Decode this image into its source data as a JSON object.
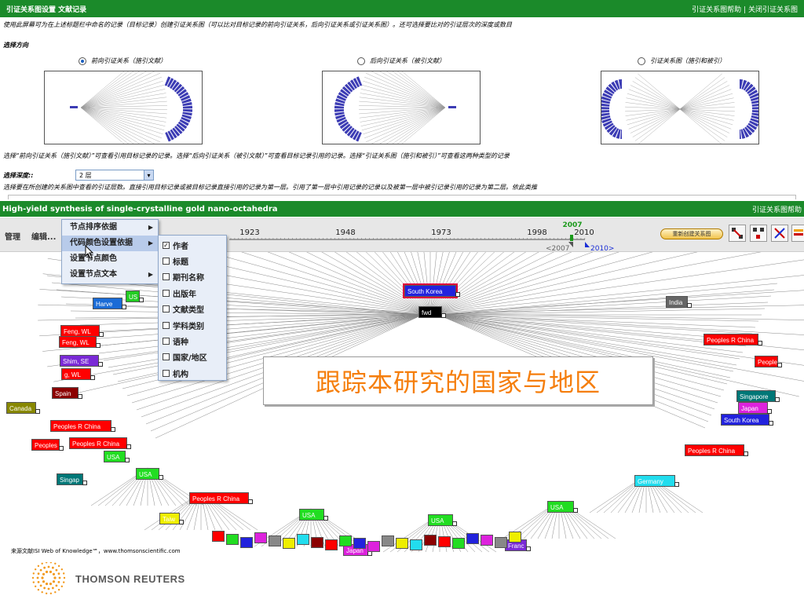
{
  "dialog": {
    "title": "引证关系图设置 文献记录",
    "help_link": "引证关系图帮助",
    "separator": "|",
    "close_link": "关闭引证关系图",
    "instruction": "使用此屏幕可为在上述标题栏中命名的记录（目标记录）创建引证关系图（可以比对目标记录的前向引证关系，后向引证关系或引证关系图）。还可选择要比对的引证层次的深度或数目"
  },
  "direction": {
    "heading": "选择方向",
    "options": [
      {
        "label": "前向引证关系（施引文献）",
        "selected": true
      },
      {
        "label": "后向引证关系（被引文献）",
        "selected": false
      },
      {
        "label": "引证关系图（施引和被引）",
        "selected": false
      }
    ],
    "explanation": "选择“前向引证关系（施引文献）”可查看引用目标记录的记录。选择“后向引证关系（被引文献）”可查看目标记录引用的记录。选择“引证关系图（施引和被引）”可查看这两种类型的记录"
  },
  "depth": {
    "label": "选择深度::",
    "value": "2 层",
    "explanation": "选择要在所创建的关系图中查看的引证层数。直接引用目标记录或被目标记录直接引用的记录为第一层。引用了第一层中引用记录的记录以及被第一层中被引记录引用的记录为第二层。依此类推"
  },
  "paper": {
    "title": "High-yield synthesis of single-crystalline gold nano-octahedra",
    "help": "引证关系图帮助"
  },
  "toolbar": {
    "manage": "管理",
    "edit": "编辑...",
    "recreate": "重新创建关系图",
    "timeline": {
      "ticks": [
        "1923",
        "1948",
        "1973",
        "1998",
        "2010"
      ],
      "highlight": "2007",
      "prev": "<2007",
      "next": "2010>"
    }
  },
  "menu_main": {
    "items": [
      "节点排序依据",
      "代码颜色设置依据",
      "设置节点颜色",
      "设置节点文本"
    ]
  },
  "menu_sub": {
    "items": [
      {
        "label": "作者",
        "checked": true
      },
      {
        "label": "标题",
        "checked": false
      },
      {
        "label": "期刊名称",
        "checked": false
      },
      {
        "label": "出版年",
        "checked": false
      },
      {
        "label": "文献类型",
        "checked": false
      },
      {
        "label": "学科类别",
        "checked": false
      },
      {
        "label": "语种",
        "checked": false
      },
      {
        "label": "国家/地区",
        "checked": false
      },
      {
        "label": "机构",
        "checked": false
      }
    ]
  },
  "canvas": {
    "caption": "跟踪本研究的国家与地区",
    "center_label": "fwd",
    "source_prefix": "来源文献",
    "source_text": "ISI Web of Knowledge℠，www.thomsonscientific.com",
    "nodes": [
      {
        "text": "South Korea",
        "color": "#2222dd"
      },
      {
        "text": "fwd",
        "color": "#000000"
      },
      {
        "text": "Harve",
        "color": "#1a6bd6"
      },
      {
        "text": "US",
        "color": "#22cc22"
      },
      {
        "text": "Feng, WL",
        "color": "#ff0000"
      },
      {
        "text": "Feng, WL",
        "color": "#ff0000"
      },
      {
        "text": "Shim, SE",
        "color": "#7a2ad6"
      },
      {
        "text": "g, WL",
        "color": "#ff0000"
      },
      {
        "text": "Spain",
        "color": "#8b0000"
      },
      {
        "text": "Canada",
        "color": "#888800"
      },
      {
        "text": "Peoples R China",
        "color": "#ff0000"
      },
      {
        "text": "Peoples R China",
        "color": "#ff0000"
      },
      {
        "text": "Peoples",
        "color": "#ff0000"
      },
      {
        "text": "USA",
        "color": "#22dd22"
      },
      {
        "text": "Singap",
        "color": "#007777"
      },
      {
        "text": "USA",
        "color": "#22dd22"
      },
      {
        "text": "Peoples R China",
        "color": "#ff0000"
      },
      {
        "text": "USA",
        "color": "#22dd22"
      },
      {
        "text": "USA",
        "color": "#22dd22"
      },
      {
        "text": "USA",
        "color": "#22dd22"
      },
      {
        "text": "India",
        "color": "#666666"
      },
      {
        "text": "Peoples R China",
        "color": "#ff0000"
      },
      {
        "text": "People",
        "color": "#ff0000"
      },
      {
        "text": "Singapore",
        "color": "#007777"
      },
      {
        "text": "Japan",
        "color": "#dd22dd"
      },
      {
        "text": "South Korea",
        "color": "#2222dd"
      },
      {
        "text": "Peoples R China",
        "color": "#ff0000"
      },
      {
        "text": "Germany",
        "color": "#22ddee"
      },
      {
        "text": "Taiw",
        "color": "#eeee00"
      },
      {
        "text": "Japan",
        "color": "#dd22dd"
      },
      {
        "text": "Franc",
        "color": "#7a2ad6"
      }
    ]
  },
  "footer": {
    "company": "THOMSON REUTERS"
  },
  "colors": {
    "header_green": "#1b8a2a",
    "caption_orange": "#f57e0c",
    "tree_blue": "#3c3cb4"
  }
}
